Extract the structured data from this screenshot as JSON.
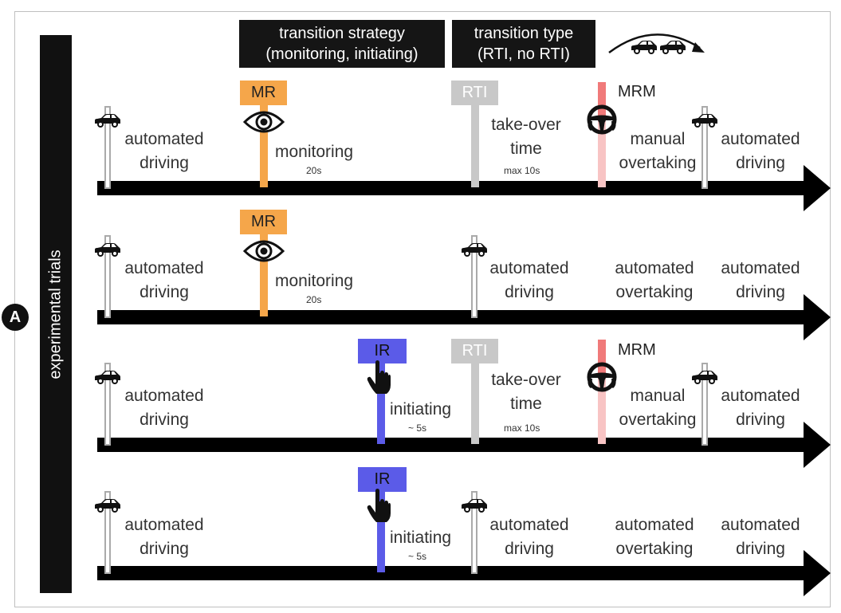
{
  "side_label": "experimental trials",
  "badge": "A",
  "header": {
    "strategy": {
      "line1": "transition strategy",
      "line2": "(monitoring, initiating)"
    },
    "type": {
      "line1": "transition type",
      "line2": "(RTI, no RTI)"
    }
  },
  "icons": {
    "car": "car-icon",
    "eye": "eye-icon",
    "hand": "pointing-hand-icon",
    "wheel": "steering-wheel-icon",
    "overtake": "overtaking-cars-icon"
  },
  "colors": {
    "monitoring": "#f5a64a",
    "initiating": "#5b5be8",
    "rti": "#c8c8c8",
    "mrm": "#f07a7a",
    "mrm_light": "#f8c4c4",
    "arrow": "#000000"
  },
  "rows": [
    {
      "label_auto1": {
        "l1": "automated",
        "l2": "driving"
      },
      "strategy": {
        "tag": "MR",
        "text": "monitoring",
        "dur": "20s"
      },
      "rti": {
        "tag": "RTI",
        "l1": "take-over",
        "l2": "time",
        "dur": "max 10s"
      },
      "mrm": {
        "tag": "MRM",
        "l1": "manual",
        "l2": "overtaking"
      },
      "label_auto2": {
        "l1": "automated",
        "l2": "driving"
      }
    },
    {
      "label_auto1": {
        "l1": "automated",
        "l2": "driving"
      },
      "strategy": {
        "tag": "MR",
        "text": "monitoring",
        "dur": "20s"
      },
      "mid": {
        "l1": "automated",
        "l2": "driving"
      },
      "over": {
        "l1": "automated",
        "l2": "overtaking"
      },
      "label_auto2": {
        "l1": "automated",
        "l2": "driving"
      }
    },
    {
      "label_auto1": {
        "l1": "automated",
        "l2": "driving"
      },
      "strategy": {
        "tag": "IR",
        "text": "initiating",
        "dur": "~ 5s"
      },
      "rti": {
        "tag": "RTI",
        "l1": "take-over",
        "l2": "time",
        "dur": "max 10s"
      },
      "mrm": {
        "tag": "MRM",
        "l1": "manual",
        "l2": "overtaking"
      },
      "label_auto2": {
        "l1": "automated",
        "l2": "driving"
      }
    },
    {
      "label_auto1": {
        "l1": "automated",
        "l2": "driving"
      },
      "strategy": {
        "tag": "IR",
        "text": "initiating",
        "dur": "~ 5s"
      },
      "mid": {
        "l1": "automated",
        "l2": "driving"
      },
      "over": {
        "l1": "automated",
        "l2": "overtaking"
      },
      "label_auto2": {
        "l1": "automated",
        "l2": "driving"
      }
    }
  ]
}
